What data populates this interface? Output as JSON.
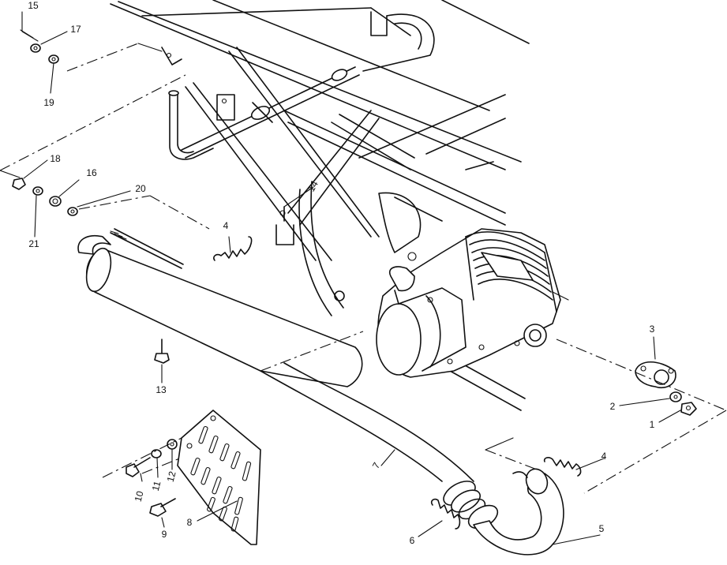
{
  "callouts": {
    "c1": "1",
    "c2": "2",
    "c3": "3",
    "c4a": "4",
    "c4b": "4",
    "c5": "5",
    "c6": "6",
    "c7": "7",
    "c8": "8",
    "c9": "9",
    "c10": "10",
    "c11": "11",
    "c12": "12",
    "c13": "13",
    "c14": "14",
    "c15": "15",
    "c16": "16",
    "c17": "17",
    "c18": "18",
    "c19": "19",
    "c20": "20",
    "c21": "21"
  }
}
